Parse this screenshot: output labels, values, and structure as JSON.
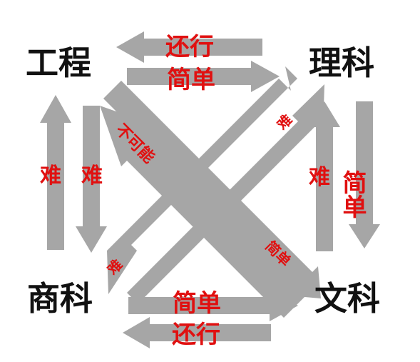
{
  "fields": {
    "engineering": "工程",
    "science": "理科",
    "business": "商科",
    "arts": "文科"
  },
  "labels": {
    "top_upper": "还行",
    "top_lower": "简单",
    "left_up": "难",
    "left_down": "难",
    "right_up": "难",
    "right_down": "简单",
    "bottom_upper": "简单",
    "bottom_lower": "还行",
    "diag_eng_to_arts": "简单",
    "diag_arts_to_eng": "不可能",
    "diag_bus_to_sci": "难",
    "diag_sci_to_bus": "难"
  },
  "colors": {
    "arrow": "#a6a6a6",
    "label": "#e01010",
    "field_text": "#111111",
    "background": "#ffffff"
  }
}
